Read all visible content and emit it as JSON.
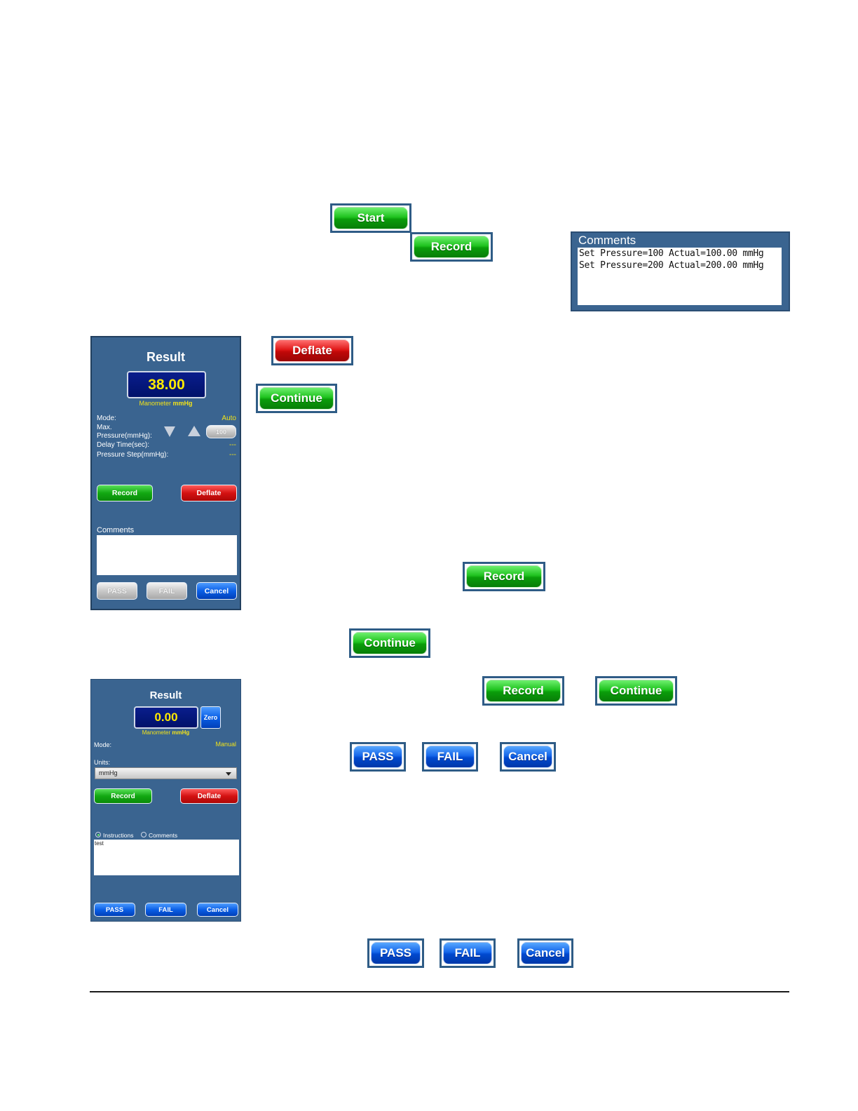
{
  "buttons": {
    "start": "Start",
    "record": "Record",
    "deflate": "Deflate",
    "continue": "Continue",
    "pass": "PASS",
    "fail": "FAIL",
    "cancel": "Cancel"
  },
  "comments_panel": {
    "title": "Comments",
    "lines": [
      "Set Pressure=100 Actual=100.00 mmHg",
      "Set Pressure=200 Actual=200.00 mmHg"
    ]
  },
  "screen_auto": {
    "title": "Result",
    "reading": "38.00",
    "manometer_label": "Manometer",
    "manometer_unit": "mmHg",
    "mode_label": "Mode:",
    "mode_value": "Auto",
    "max_pressure_label_1": "Max.",
    "max_pressure_label_2": "Pressure(mmHg):",
    "max_pressure_value": "100",
    "delay_label": "Delay Time(sec):",
    "delay_value": "---",
    "step_label": "Pressure Step(mmHg):",
    "step_value": "---",
    "record": "Record",
    "deflate": "Deflate",
    "comments_label": "Comments",
    "pass": "PASS",
    "fail": "FAIL",
    "cancel": "Cancel"
  },
  "screen_manual": {
    "title": "Result",
    "reading": "0.00",
    "zero": "Zero",
    "manometer_label": "Manometer",
    "manometer_unit": "mmHg",
    "mode_label": "Mode:",
    "mode_value": "Manual",
    "units_label": "Units:",
    "units_value": "mmHg",
    "record": "Record",
    "deflate": "Deflate",
    "radio_instructions": "Instructions",
    "radio_comments": "Comments",
    "text_value": "test",
    "pass": "PASS",
    "fail": "FAIL",
    "cancel": "Cancel"
  },
  "colors": {
    "panel_blue": "#3a6490",
    "button_green": "#1fc21f",
    "button_red": "#e01818",
    "button_blue": "#1566ea",
    "readout_yellow": "#ffea00"
  }
}
